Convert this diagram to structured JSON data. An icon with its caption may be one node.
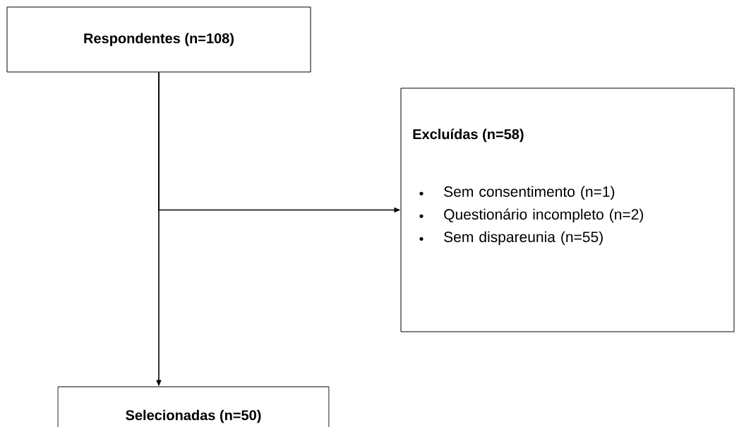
{
  "diagram": {
    "nodes": [
      {
        "text": [
          "Respondentes (n=108)"
        ]
      },
      {
        "text": [
          "Excluídas (n=58)",
          "Sem consentimento (n=1)",
          "Questionário incompleto (n=2)",
          "Sem dispareunia (n=55)"
        ]
      },
      {
        "text": [
          "Selecionadas (n=50)"
        ]
      }
    ],
    "edges": [
      {
        "from": 0,
        "to": 2,
        "arrow": "to"
      },
      {
        "from": 0,
        "to": 1,
        "arrow": "to"
      }
    ]
  }
}
